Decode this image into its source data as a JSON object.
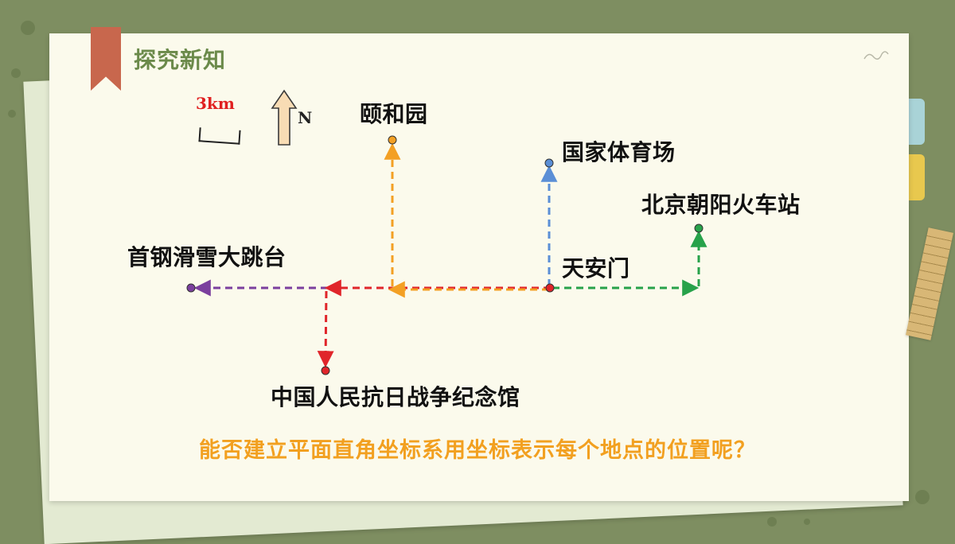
{
  "header": {
    "title": "探究新知"
  },
  "legend": {
    "scale_label": "3km",
    "north_label": "N",
    "scale_icon": "scale-bar-icon",
    "north_icon": "north-arrow-icon"
  },
  "places": {
    "origin": "天安门",
    "north_west": "颐和园",
    "north": "国家体育场",
    "north_east": "北京朝阳火车站",
    "west": "首钢滑雪大跳台",
    "south_west": "中国人民抗日战争纪念馆"
  },
  "question": "能否建立平面直角坐标系用坐标表示每个地点的位置呢？",
  "colors": {
    "orange": "#f3a024",
    "blue": "#5b8fd6",
    "green": "#27a24a",
    "purple": "#7b3f9e",
    "red": "#e0252a",
    "title_green": "#6b8a4a",
    "question_orange": "#f2a020"
  }
}
